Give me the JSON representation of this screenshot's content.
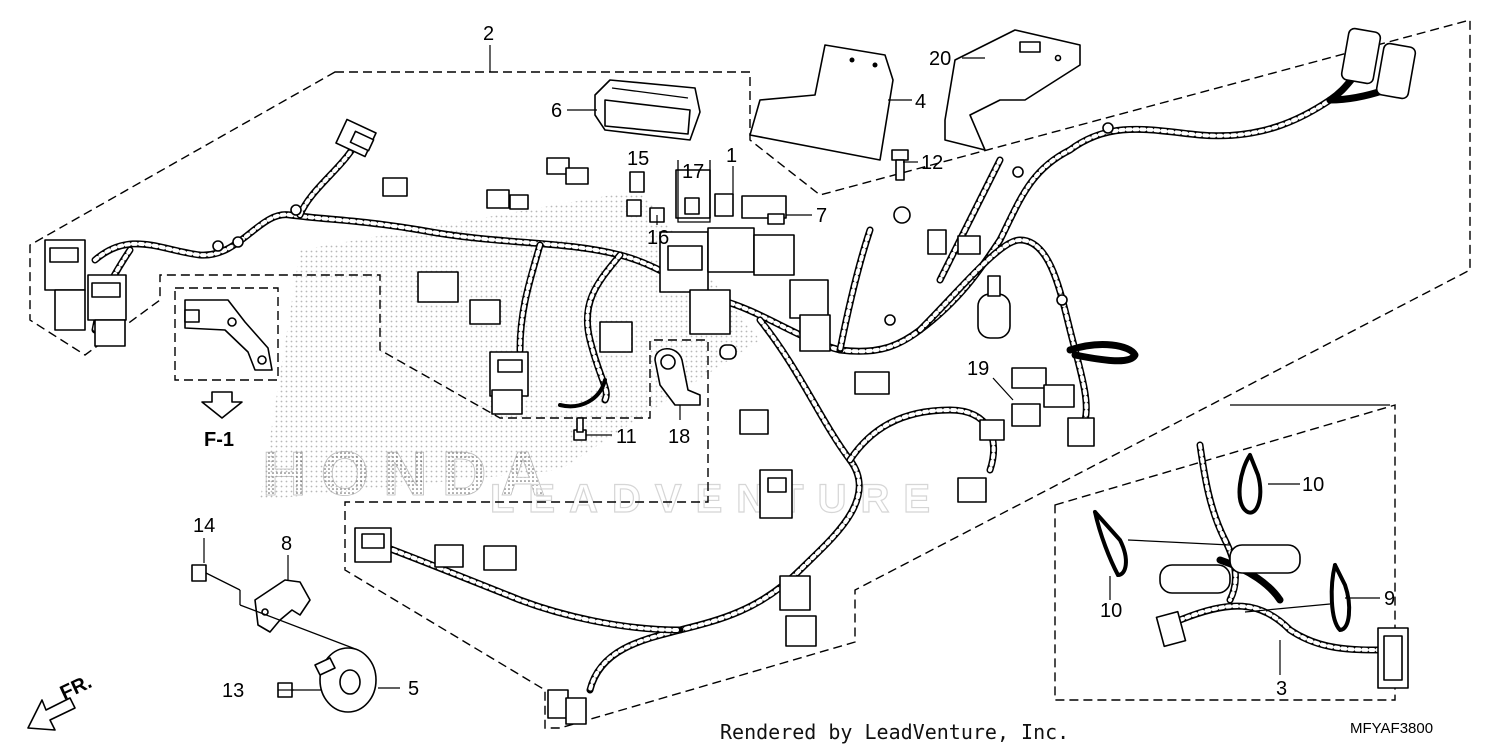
{
  "callouts": [
    {
      "id": "1",
      "text": "1"
    },
    {
      "id": "2",
      "text": "2"
    },
    {
      "id": "3",
      "text": "3"
    },
    {
      "id": "4",
      "text": "4"
    },
    {
      "id": "5",
      "text": "5"
    },
    {
      "id": "6",
      "text": "6"
    },
    {
      "id": "7",
      "text": "7"
    },
    {
      "id": "8",
      "text": "8"
    },
    {
      "id": "9",
      "text": "9"
    },
    {
      "id": "10a",
      "text": "10"
    },
    {
      "id": "10b",
      "text": "10"
    },
    {
      "id": "11",
      "text": "11"
    },
    {
      "id": "12",
      "text": "12"
    },
    {
      "id": "13",
      "text": "13"
    },
    {
      "id": "14",
      "text": "14"
    },
    {
      "id": "15",
      "text": "15"
    },
    {
      "id": "16",
      "text": "16"
    },
    {
      "id": "17",
      "text": "17"
    },
    {
      "id": "18",
      "text": "18"
    },
    {
      "id": "19",
      "text": "19"
    },
    {
      "id": "20",
      "text": "20"
    }
  ],
  "view_ref": "F-1",
  "direction": "FR.",
  "watermark": {
    "brand": "HONDA",
    "vendor": "LEADVENTURE"
  },
  "credit": "Rendered by LeadVenture, Inc.",
  "diagram_code": "MFYAF3800"
}
